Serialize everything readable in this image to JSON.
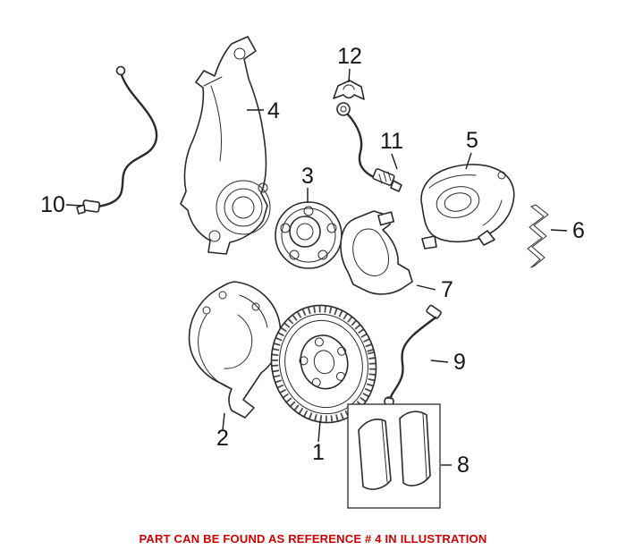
{
  "diagram": {
    "type": "exploded-parts-illustration",
    "caption": "PART CAN BE FOUND AS REFERENCE # 4 IN ILLUSTRATION",
    "caption_color": "#d10000",
    "line_color": "#2a2a2a",
    "background": "#ffffff"
  },
  "labels": [
    {
      "id": "1",
      "part": "brake-rotor"
    },
    {
      "id": "2",
      "part": "splash-shield"
    },
    {
      "id": "3",
      "part": "wheel-hub-bearing"
    },
    {
      "id": "4",
      "part": "steering-knuckle"
    },
    {
      "id": "5",
      "part": "brake-caliper"
    },
    {
      "id": "6",
      "part": "retaining-spring-clip"
    },
    {
      "id": "7",
      "part": "caliper-carrier-bracket"
    },
    {
      "id": "8",
      "part": "brake-pad-set"
    },
    {
      "id": "9",
      "part": "pad-wear-sensor"
    },
    {
      "id": "10",
      "part": "abs-speed-sensor"
    },
    {
      "id": "11",
      "part": "brake-hose"
    },
    {
      "id": "12",
      "part": "hose-bracket-clamp"
    }
  ]
}
